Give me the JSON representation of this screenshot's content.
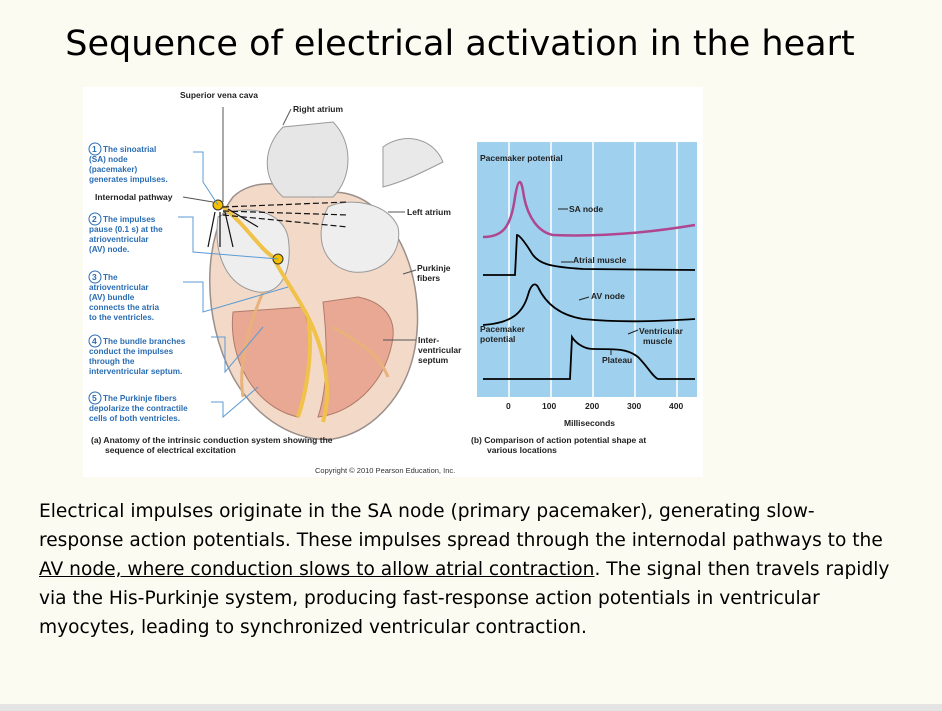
{
  "slide": {
    "title": "Sequence of electrical activation in the heart",
    "body": {
      "part1": "Electrical impulses originate in the SA node (primary pacemaker), generating slow-response action potentials. These impulses spread through the internodal pathways to the ",
      "underlined": "AV node, where conduction slows to allow atrial contraction",
      "part2": ". The signal then travels rapidly via the His-Purkinje system, producing fast-response action potentials in ventricular myocytes, leading to synchronized ventricular contraction."
    }
  },
  "figure": {
    "anatomy": {
      "superior_vena_cava": "Superior vena cava",
      "right_atrium": "Right atrium",
      "left_atrium": "Left atrium",
      "purkinje_fibers": [
        "Purkinje",
        "fibers"
      ],
      "interventricular_septum": [
        "Inter-",
        "ventricular",
        "septum"
      ],
      "internodal_pathway": "Internodal pathway",
      "step1": {
        "number": "1",
        "lines": [
          "The sinoatrial",
          "(SA) node",
          "(pacemaker)",
          "generates impulses."
        ]
      },
      "step2": {
        "number": "2",
        "lines": [
          "The impulses",
          "pause (0.1 s) at the",
          "atrioventricular",
          "(AV) node."
        ]
      },
      "step3": {
        "number": "3",
        "lines": [
          "The",
          "atrioventricular",
          "(AV) bundle",
          "connects the atria",
          "to the ventricles."
        ]
      },
      "step4": {
        "number": "4",
        "lines": [
          "The bundle branches",
          "conduct the impulses",
          "through the",
          "interventricular septum."
        ]
      },
      "step5": {
        "number": "5",
        "lines": [
          "The Purkinje fibers",
          "depolarize the contractile",
          "cells of both ventricles."
        ]
      },
      "caption": [
        "(a) Anatomy of the intrinsic conduction system showing the",
        "sequence of electrical excitation"
      ]
    },
    "graph": {
      "pacemaker_potential_top": "Pacemaker potential",
      "sa_node": "SA node",
      "atrial_muscle": "Atrial muscle",
      "av_node": "AV node",
      "pacemaker_potential_lower": [
        "Pacemaker",
        "potential"
      ],
      "ventricular_muscle": [
        "Ventricular",
        "muscle"
      ],
      "plateau": "Plateau",
      "ticks": [
        "0",
        "100",
        "200",
        "300",
        "400"
      ],
      "xlabel": "Milliseconds",
      "caption": [
        "(b) Comparison of action potential shape at",
        "various locations"
      ]
    },
    "copyright": "Copyright © 2010 Pearson Education, Inc.",
    "colors": {
      "graph_bg": "#9fd0ee",
      "sa_curve": "#b0468f",
      "label_blue": "#2a6db3",
      "heart_orange": "#e8b27a"
    }
  }
}
